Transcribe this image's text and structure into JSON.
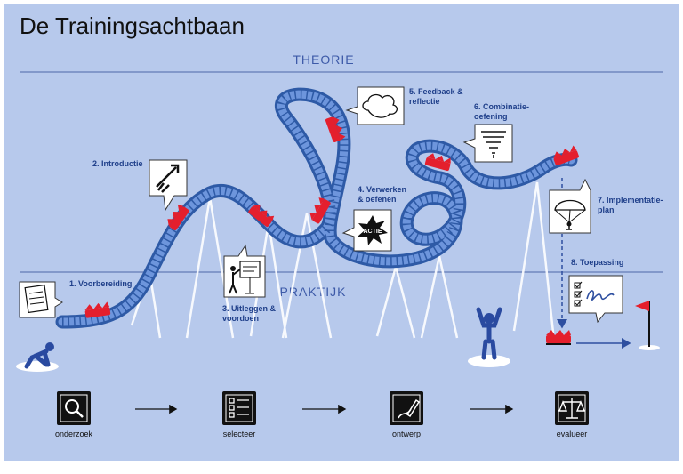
{
  "title": "De Trainingsachtbaan",
  "zones": {
    "theory": "THEORIE",
    "practice": "PRAKTIJK"
  },
  "steps": [
    {
      "num_label": "1. Voorbereiding"
    },
    {
      "num_label": "2. Introductie"
    },
    {
      "line1": "3. Uitleggen &",
      "line2": "voordoen"
    },
    {
      "line1": "4. Verwerken",
      "line2": "& oefenen",
      "badge": "ACTIE"
    },
    {
      "line1": "5. Feedback &",
      "line2": "reflectie"
    },
    {
      "line1": "6. Combinatie-",
      "line2": "oefening"
    },
    {
      "line1": "7. Implementatie-",
      "line2": "plan"
    },
    {
      "num_label": "8. Toepassing"
    }
  ],
  "process": [
    {
      "label": "onderzoek",
      "icon": "magnifier-icon"
    },
    {
      "label": "selecteer",
      "icon": "checklist-icon"
    },
    {
      "label": "ontwerp",
      "icon": "pen-drawing-icon"
    },
    {
      "label": "evalueer",
      "icon": "scales-icon"
    }
  ],
  "colors": {
    "background": "#b7c9ec",
    "track": "#4d79c7",
    "track_dark": "#2e5aa6",
    "cart": "#e41f2d",
    "label": "#1f3f8a"
  }
}
